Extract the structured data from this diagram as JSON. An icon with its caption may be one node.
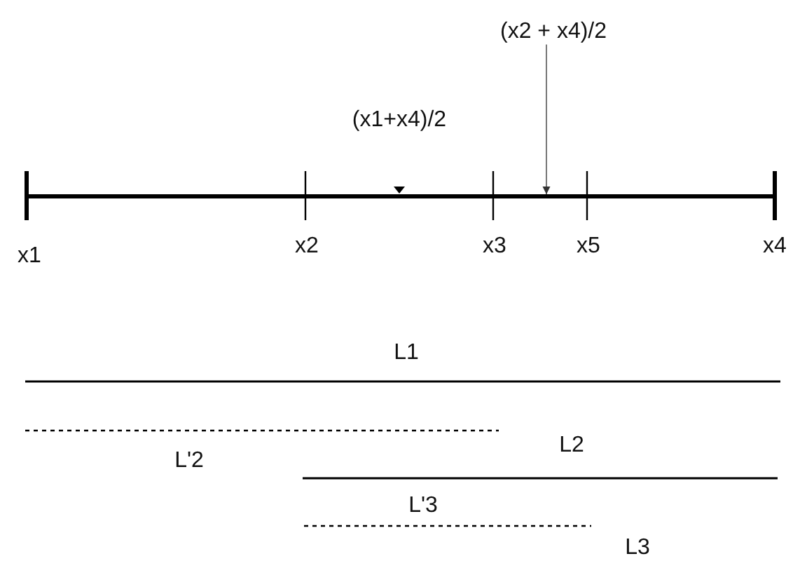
{
  "diagram": {
    "nodes": [
      {
        "text": [
          "(x2 + x4)/2"
        ]
      },
      {
        "text": [],
        "shape": "bar"
      }
    ],
    "edges": [
      {
        "from": 0,
        "to": 1,
        "arrow": "to"
      }
    ],
    "labels": [
      "(x1+x4)/2",
      "x1",
      "x2",
      "x3",
      "x5",
      "x4",
      "L1",
      "L2",
      "L'2",
      "L'3",
      "L3"
    ]
  }
}
